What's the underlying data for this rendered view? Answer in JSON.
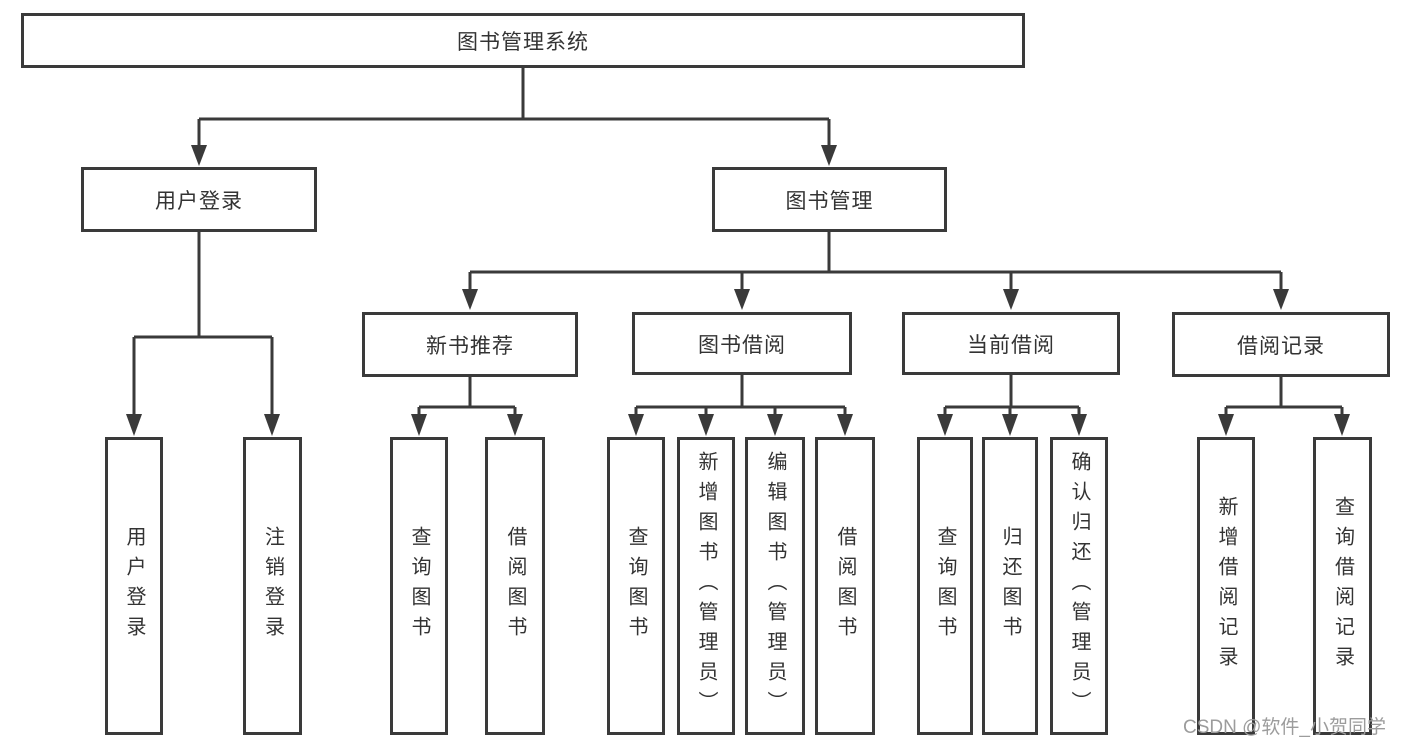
{
  "tree": {
    "root": {
      "label": "图书管理系统"
    },
    "user": {
      "label": "用户登录",
      "children": [
        {
          "label": "用户登录"
        },
        {
          "label": "注销登录"
        }
      ]
    },
    "mgmt": {
      "label": "图书管理",
      "sections": [
        {
          "label": "新书推荐",
          "children": [
            {
              "label": "查询图书"
            },
            {
              "label": "借阅图书"
            }
          ]
        },
        {
          "label": "图书借阅",
          "children": [
            {
              "label": "查询图书"
            },
            {
              "label": "新增图书（管理员）"
            },
            {
              "label": "编辑图书（管理员）"
            },
            {
              "label": "借阅图书"
            }
          ]
        },
        {
          "label": "当前借阅",
          "children": [
            {
              "label": "查询图书"
            },
            {
              "label": "归还图书"
            },
            {
              "label": "确认归还（管理员）"
            }
          ]
        },
        {
          "label": "借阅记录",
          "children": [
            {
              "label": "新增借阅记录"
            },
            {
              "label": "查询借阅记录"
            }
          ]
        }
      ]
    }
  },
  "watermark": {
    "text": "CSDN @软件_小贺同学",
    "color": "#9c9c9c"
  },
  "colors": {
    "line": "#3a3a3a",
    "text": "#333333",
    "box_bg": "#ffffff",
    "page_bg": "#ffffff"
  }
}
